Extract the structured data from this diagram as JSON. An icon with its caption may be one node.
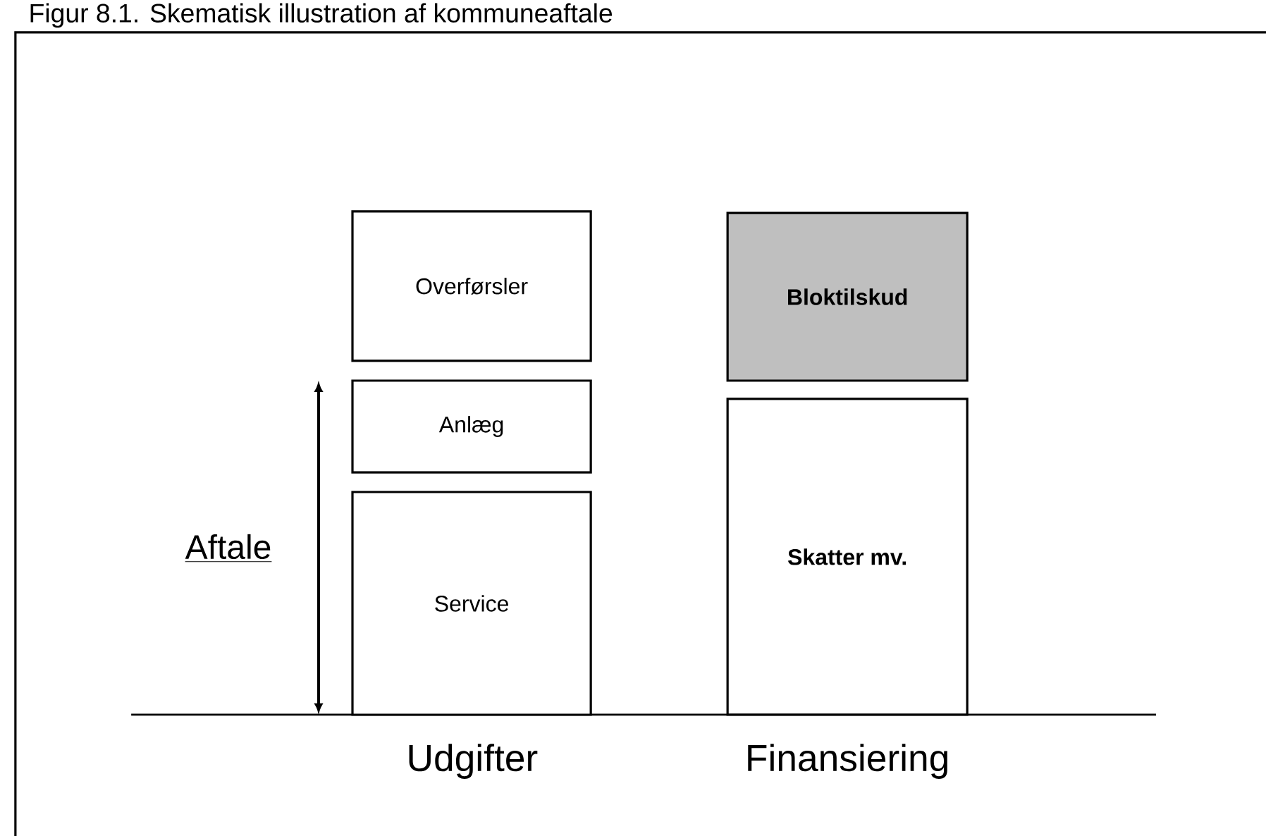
{
  "diagram": {
    "title": "Figur 8.1. Skematisk illustration af kommuneaftale",
    "nodes": [
      {
        "text": [
          "Overførsler"
        ]
      },
      {
        "text": [
          "Anlæg"
        ]
      },
      {
        "text": [
          "Service"
        ]
      },
      {
        "text": [
          "Bloktilskud"
        ]
      },
      {
        "text": [
          "**Skatter** mv."
        ]
      }
    ],
    "edges": [],
    "labels": [
      "Aftale",
      "Udgifter",
      "Finansiering"
    ]
  }
}
